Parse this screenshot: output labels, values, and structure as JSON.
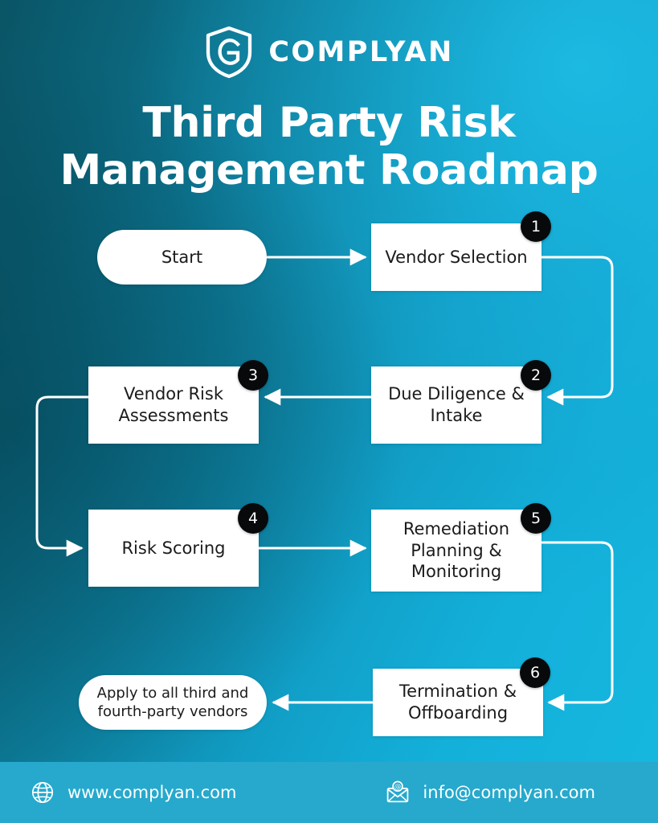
{
  "brand": {
    "name": "COMPLYAN",
    "logo_icon": "shield-c-icon"
  },
  "title": "Third Party Risk Management Roadmap",
  "title_line1": "Third Party Risk",
  "title_line2": "Management Roadmap",
  "colors": {
    "bg_dark_teal": "#0a5566",
    "bg_light_cyan": "#16b8e0",
    "footer_bar": "#26a9cd",
    "node_fill": "#ffffff",
    "node_text": "#1b1b1b",
    "badge_fill": "#07090b",
    "badge_text": "#ffffff",
    "connector": "#ffffff"
  },
  "flow": {
    "nodes": [
      {
        "id": "start",
        "label": "Start",
        "shape": "pill",
        "badge": null
      },
      {
        "id": "vendor-selection",
        "label": "Vendor Selection",
        "shape": "rectangle",
        "badge": "1"
      },
      {
        "id": "due-diligence",
        "label": "Due Diligence & Intake",
        "shape": "rectangle",
        "badge": "2"
      },
      {
        "id": "vendor-risk-assessments",
        "label": "Vendor Risk Assessments",
        "shape": "rectangle",
        "badge": "3"
      },
      {
        "id": "risk-scoring",
        "label": "Risk Scoring",
        "shape": "rectangle",
        "badge": "4"
      },
      {
        "id": "remediation",
        "label": "Remediation Planning & Monitoring",
        "shape": "rectangle",
        "badge": "5"
      },
      {
        "id": "termination",
        "label": "Termination & Offboarding",
        "shape": "rectangle",
        "badge": "6"
      },
      {
        "id": "apply-all",
        "label": "Apply to all third and fourth-party vendors",
        "shape": "pill",
        "badge": null
      }
    ],
    "edges": [
      {
        "from": "start",
        "to": "vendor-selection",
        "style": "straight-right"
      },
      {
        "from": "vendor-selection",
        "to": "due-diligence",
        "style": "right-down-left"
      },
      {
        "from": "due-diligence",
        "to": "vendor-risk-assessments",
        "style": "straight-left"
      },
      {
        "from": "vendor-risk-assessments",
        "to": "risk-scoring",
        "style": "left-down-right"
      },
      {
        "from": "risk-scoring",
        "to": "remediation",
        "style": "straight-right"
      },
      {
        "from": "remediation",
        "to": "termination",
        "style": "right-down-left"
      },
      {
        "from": "termination",
        "to": "apply-all",
        "style": "straight-left"
      }
    ]
  },
  "footer": {
    "website": "www.complyan.com",
    "website_icon": "globe-icon",
    "email": "info@complyan.com",
    "email_icon": "envelope-at-icon"
  }
}
